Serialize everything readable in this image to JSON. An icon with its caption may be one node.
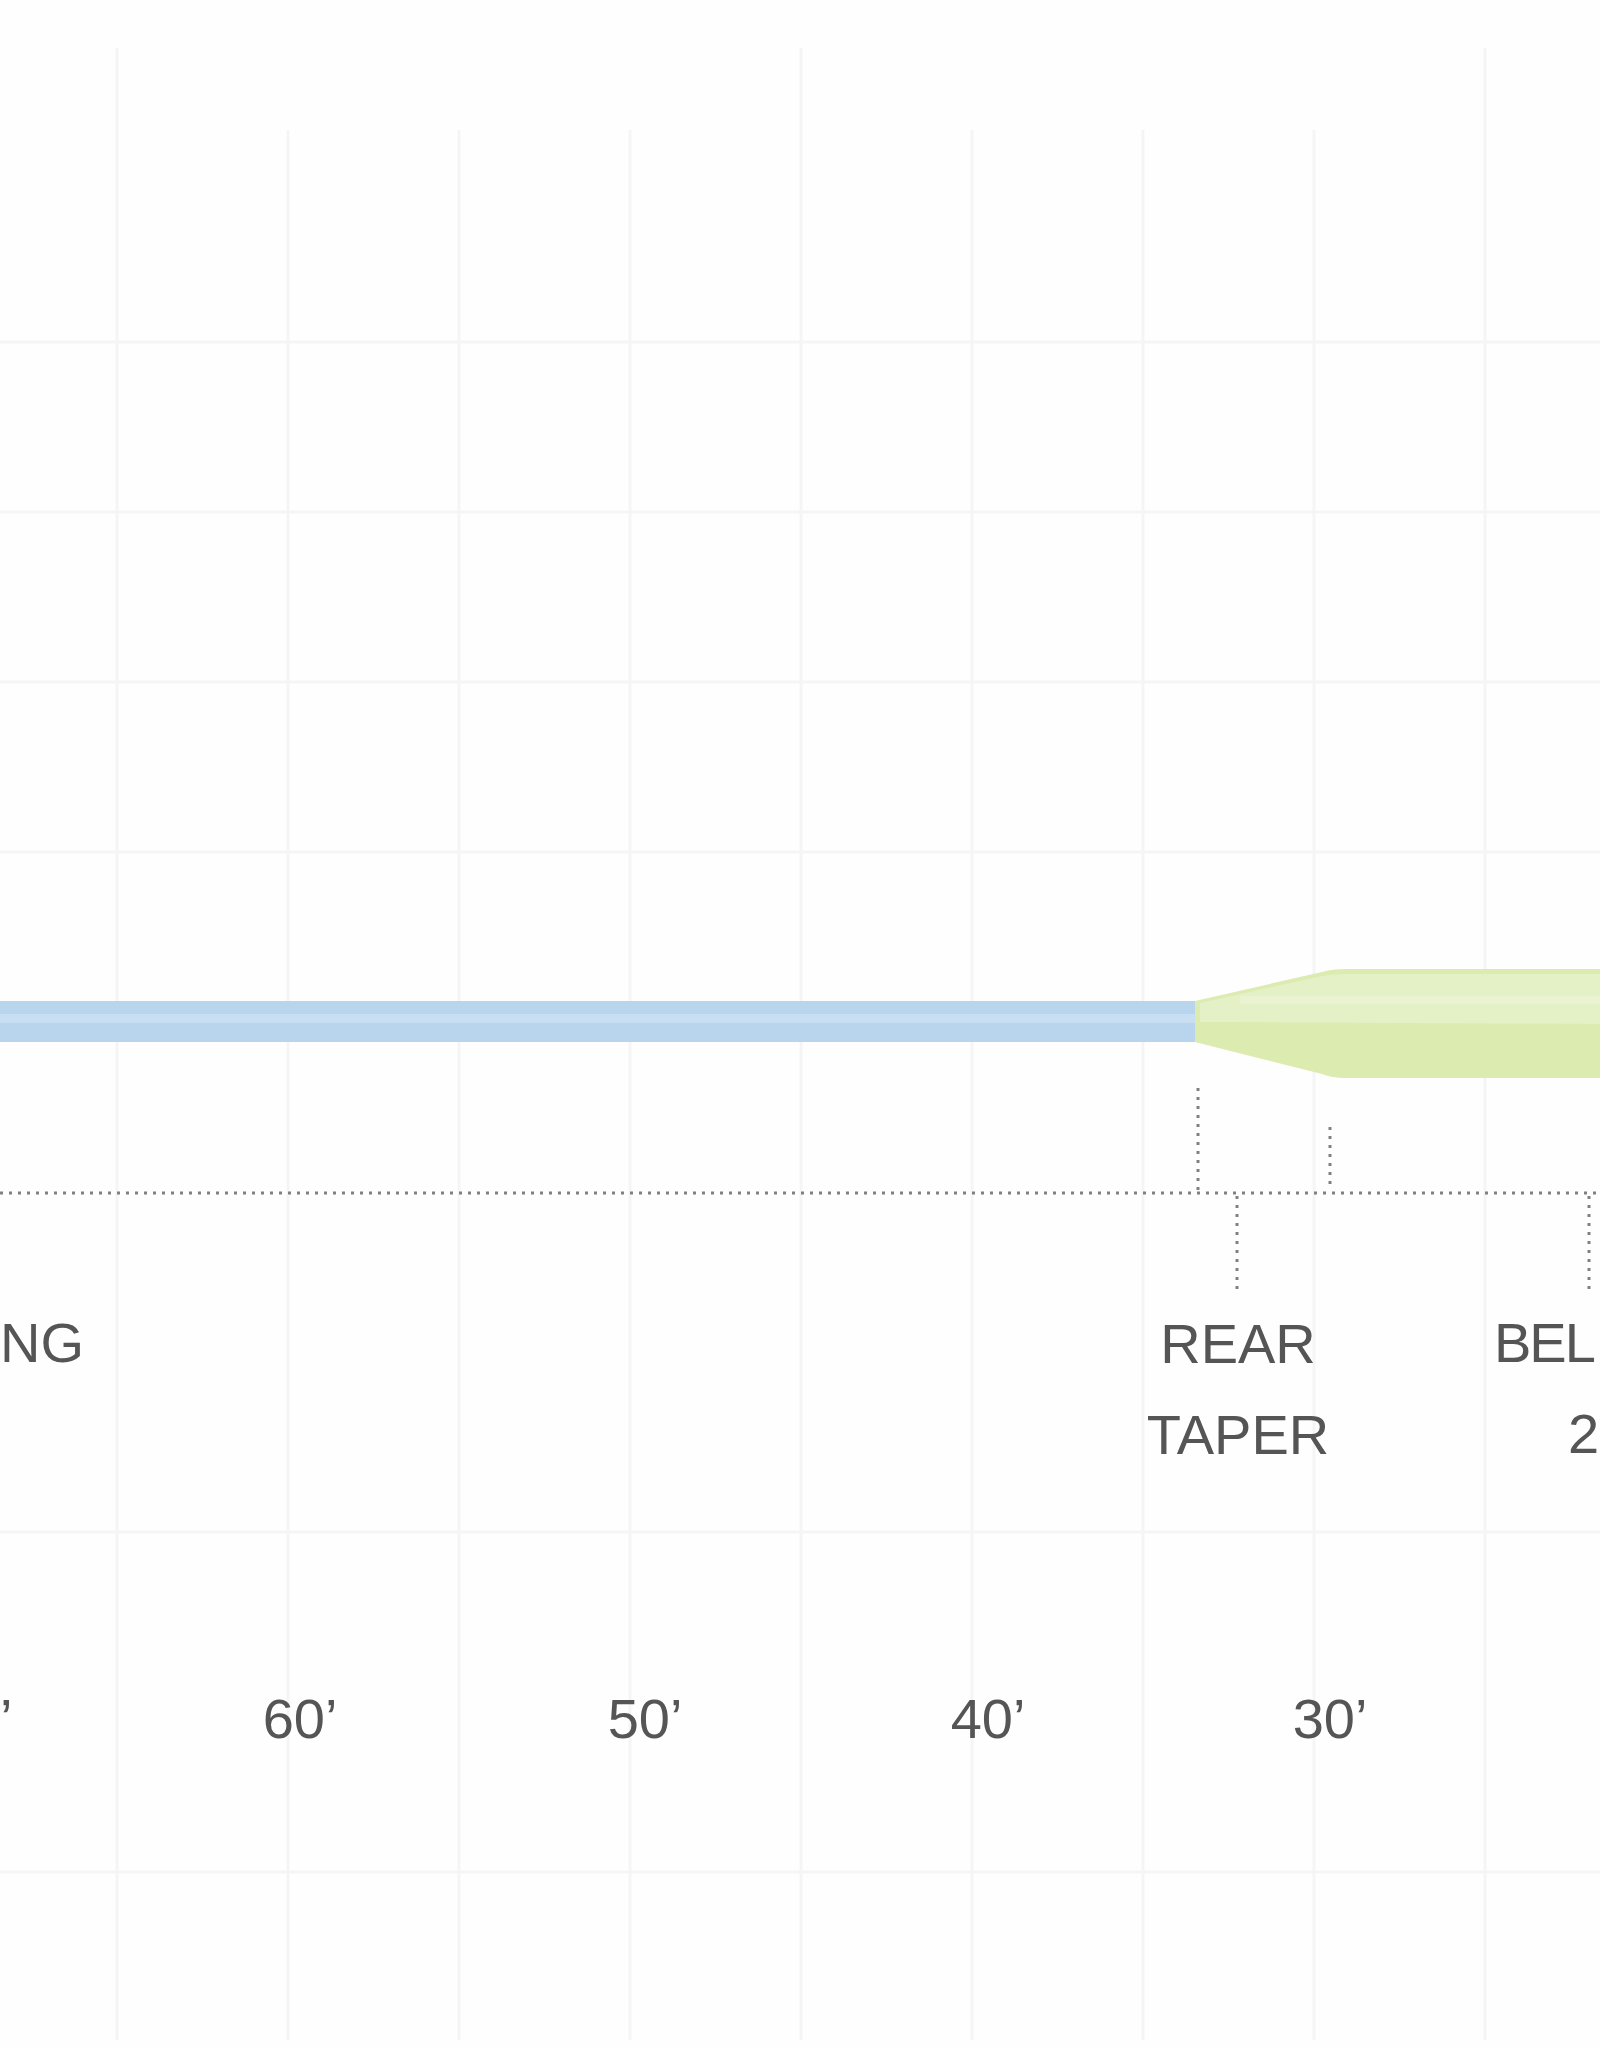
{
  "diagram": {
    "labels": [
      "NG",
      "REAR TAPER",
      "BEL",
      "2",
      "’",
      "60’",
      "50’",
      "40’",
      "30’"
    ]
  }
}
